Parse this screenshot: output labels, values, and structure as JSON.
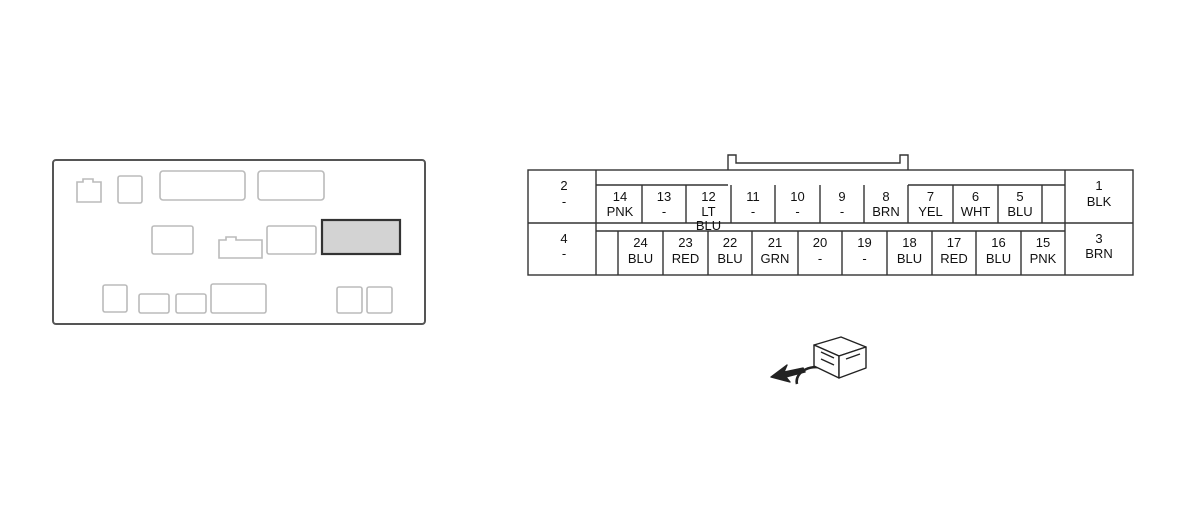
{
  "connector": {
    "end_pins": {
      "top_left": {
        "num": "2",
        "color": "-"
      },
      "bottom_left": {
        "num": "4",
        "color": "-"
      },
      "top_right": {
        "num": "1",
        "color": "BLK"
      },
      "bottom_right": {
        "num": "3",
        "color": "BRN"
      }
    },
    "top_row": [
      {
        "num": "14",
        "color": "PNK"
      },
      {
        "num": "13",
        "color": "-"
      },
      {
        "num": "12",
        "color": "LT BLU"
      },
      {
        "num": "11",
        "color": "-"
      },
      {
        "num": "10",
        "color": "-"
      },
      {
        "num": "9",
        "color": "-"
      },
      {
        "num": "8",
        "color": "BRN"
      },
      {
        "num": "7",
        "color": "YEL"
      },
      {
        "num": "6",
        "color": "WHT"
      },
      {
        "num": "5",
        "color": "BLU"
      }
    ],
    "bottom_row": [
      {
        "num": "24",
        "color": "BLU"
      },
      {
        "num": "23",
        "color": "RED"
      },
      {
        "num": "22",
        "color": "BLU"
      },
      {
        "num": "21",
        "color": "GRN"
      },
      {
        "num": "20",
        "color": "-"
      },
      {
        "num": "19",
        "color": "-"
      },
      {
        "num": "18",
        "color": "BLU"
      },
      {
        "num": "17",
        "color": "RED"
      },
      {
        "num": "16",
        "color": "BLU"
      },
      {
        "num": "15",
        "color": "PNK"
      }
    ]
  },
  "colors": {
    "outline": "#333333",
    "faded_outline": "#b8b8b8",
    "highlight_fill": "#d3d3d3",
    "panel_outline": "#555555"
  }
}
